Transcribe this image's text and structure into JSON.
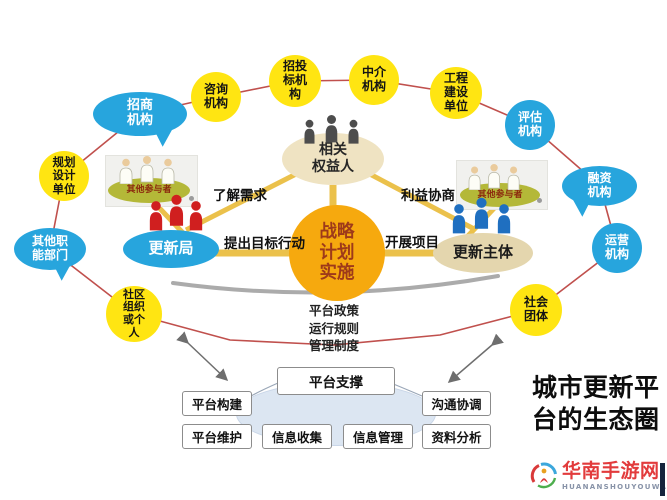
{
  "title": "城市更新平台的生态圈",
  "ring": [
    {
      "label": "招商机构"
    },
    {
      "label": "咨询机构"
    },
    {
      "label": "招投标机构"
    },
    {
      "label": "中介机构"
    },
    {
      "label": "工程建设单位"
    },
    {
      "label": "评估机构"
    },
    {
      "label": "融资机构"
    },
    {
      "label": "运营机构"
    },
    {
      "label": "社会团体"
    },
    {
      "label": "社区组织或个人"
    },
    {
      "label": "其他职能部门"
    },
    {
      "label": "规划设计单位"
    }
  ],
  "center": {
    "strategy": "战略计划实施",
    "stakeholders": "相关\n权益人",
    "bureau": "更新局",
    "subject": "更新主体",
    "other_participants": "其他参与者"
  },
  "annotations": {
    "understand_needs": "了解需求",
    "benefit_negotiation": "利益协商",
    "propose_actions": "提出目标行动",
    "launch_projects": "开展项目",
    "policy_lines": [
      "平台政策",
      "运行规则",
      "管理制度"
    ]
  },
  "support": {
    "hub": "平台支撑",
    "items": [
      "平台构建",
      "平台维护",
      "信息收集",
      "信息管理",
      "沟通协调",
      "资料分析"
    ]
  },
  "logo": {
    "brand": "华南手游网",
    "tagline": "HUANANSHOUYOUWANG"
  },
  "colors": {
    "yellow": "#FFE512",
    "blue": "#27A5DD",
    "orange": "#F6A90E",
    "gold": "#EBC14B",
    "orbit_red": "#C0504D",
    "olive": "#B4B838",
    "tan": "#EFE3C2",
    "people_red": "#D01F1F",
    "people_blue": "#1F6FC0",
    "brand_red": "#E23B3C"
  }
}
